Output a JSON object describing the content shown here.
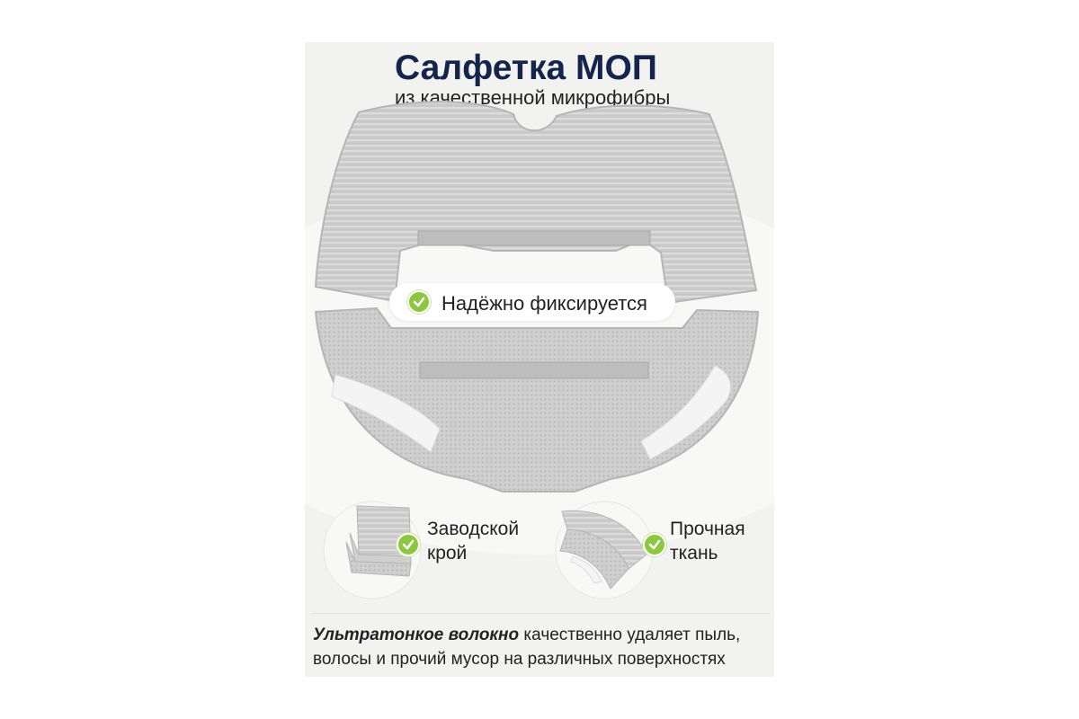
{
  "header": {
    "title": "Салфетка МОП",
    "subtitle": "из качественной микрофибры"
  },
  "badge": {
    "label": "Надёжно фиксируется"
  },
  "features": [
    {
      "line1": "Заводской",
      "line2": "крой"
    },
    {
      "line1": "Прочная",
      "line2": "ткань"
    }
  ],
  "description": {
    "emphasis": "Ультратонкое волокно",
    "text": " качественно удаляет пыль, волосы и прочий мусор на различных поверхностях"
  },
  "colors": {
    "title": "#14244a",
    "check": "#8dc63f",
    "card_bg": "#f2f2f1"
  },
  "icons": [
    "check-icon"
  ]
}
